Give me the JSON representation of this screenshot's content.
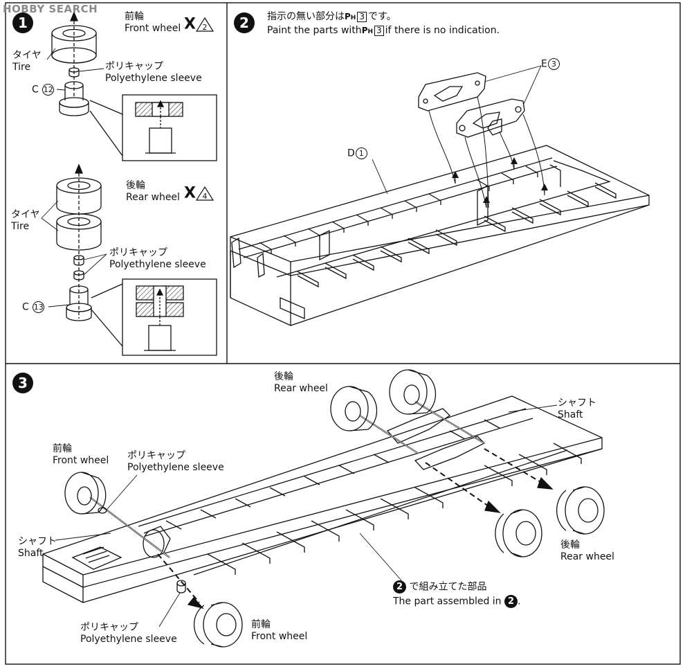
{
  "watermark": "HOBBY SEARCH",
  "steps": {
    "s1": "1",
    "s2": "2",
    "s3": "3"
  },
  "step1": {
    "front_jp": "前輪",
    "front_en": "Front wheel",
    "front_qty_mark": "X",
    "front_qty": "2",
    "tire_jp": "タイヤ",
    "tire_en": "Tire",
    "sleeve_jp": "ポリキャップ",
    "sleeve_en": "Polyethylene sleeve",
    "part_c12_letter": "C",
    "part_c12_num": "12",
    "rear_jp": "後輪",
    "rear_en": "Rear wheel",
    "rear_qty_mark": "X",
    "rear_qty": "4",
    "tire2_jp": "タイヤ",
    "tire2_en": "Tire",
    "sleeve2_jp": "ポリキャップ",
    "sleeve2_en": "Polyethylene sleeve",
    "part_c13_letter": "C",
    "part_c13_num": "13"
  },
  "step2": {
    "note_jp_1": "指示の無い部分は",
    "note_jp_ph": "P",
    "note_jp_ph_sub": "H",
    "note_jp_num": "3",
    "note_jp_2": "です。",
    "note_en_1": "Paint the parts with",
    "note_en_ph": "P",
    "note_en_ph_sub": "H",
    "note_en_num": "3",
    "note_en_2": "if there is no indication.",
    "part_e_letter": "E",
    "part_e_num": "3",
    "part_d_letter": "D",
    "part_d_num": "1"
  },
  "step3": {
    "rear_jp": "後輪",
    "rear_en": "Rear wheel",
    "shaft_jp": "シャフト",
    "shaft_en": "Shaft",
    "front_jp": "前輪",
    "front_en": "Front wheel",
    "sleeve_jp": "ポリキャップ",
    "sleeve_en": "Polyethylene sleeve",
    "shaft2_jp": "シャフト",
    "shaft2_en": "Shaft",
    "rear2_jp": "後輪",
    "rear2_en": "Rear wheel",
    "assembled_num": "2",
    "assembled_jp": "で組み立てた部品",
    "assembled_en": "The part assembled in",
    "assembled_en_num": "2",
    "assembled_en_end": ".",
    "sleeve2_jp": "ポリキャップ",
    "sleeve2_en": "Polyethylene sleeve",
    "front2_jp": "前輪",
    "front2_en": "Front wheel"
  }
}
